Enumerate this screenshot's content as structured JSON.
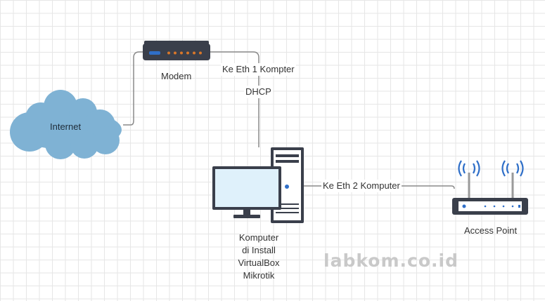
{
  "nodes": {
    "internet": "Internet",
    "modem": "Modem",
    "computer_lines": [
      "Komputer",
      "di Install",
      "VirtualBox",
      "Mikrotik"
    ],
    "access_point": "Access Point"
  },
  "edges": {
    "modem_to_pc_label": "Ke Eth 1 Kompter",
    "modem_to_pc_protocol": "DHCP",
    "pc_to_ap_label": "Ke Eth 2 Komputer"
  },
  "watermark": "labkom.co.id",
  "icons": [
    "cloud-icon",
    "modem-icon",
    "computer-icon",
    "access-point-icon"
  ],
  "colors": {
    "cloud": "#7fb2d4",
    "device_dark": "#3a3f4b",
    "modem_led": "#d9772a",
    "device_blue": "#2f6fc8",
    "monitor_screen": "#dff1fb",
    "line": "#8a8a8a"
  }
}
